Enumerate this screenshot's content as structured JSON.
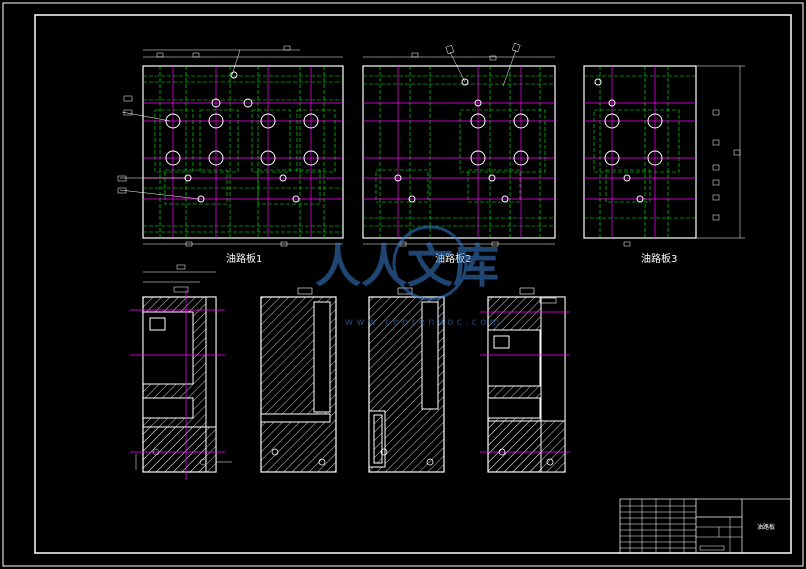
{
  "drawing": {
    "background": "#000000",
    "line_color": "#ffffff",
    "centerline_color": "#ff00ff",
    "hidden_color": "#00ff00",
    "dim_color": "#00ffff"
  },
  "views": [
    {
      "id": "plate1",
      "label": "油路板1"
    },
    {
      "id": "plate2",
      "label": "油路板2"
    },
    {
      "id": "plate3",
      "label": "油路板3"
    }
  ],
  "watermark": {
    "text": "人人文库",
    "url_fragment": "w w w . r e n r e n d o c . c o m"
  },
  "title_block": {
    "drawing_name": "油路板"
  }
}
